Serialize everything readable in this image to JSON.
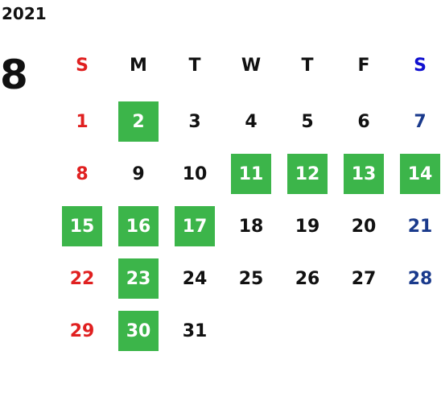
{
  "year": "2021",
  "month": "8",
  "colors": {
    "highlight": "#3cb54a",
    "sunday": "#e02020",
    "saturday_header": "#1010d0",
    "saturday": "#1a3a8c",
    "weekday": "#111111"
  },
  "weekdays": [
    "S",
    "M",
    "T",
    "W",
    "T",
    "F",
    "S"
  ],
  "first_weekday_index": 0,
  "days": [
    {
      "day": "1",
      "highlight": false
    },
    {
      "day": "2",
      "highlight": true
    },
    {
      "day": "3",
      "highlight": false
    },
    {
      "day": "4",
      "highlight": false
    },
    {
      "day": "5",
      "highlight": false
    },
    {
      "day": "6",
      "highlight": false
    },
    {
      "day": "7",
      "highlight": false
    },
    {
      "day": "8",
      "highlight": false
    },
    {
      "day": "9",
      "highlight": false
    },
    {
      "day": "10",
      "highlight": false
    },
    {
      "day": "11",
      "highlight": true
    },
    {
      "day": "12",
      "highlight": true
    },
    {
      "day": "13",
      "highlight": true
    },
    {
      "day": "14",
      "highlight": true
    },
    {
      "day": "15",
      "highlight": true
    },
    {
      "day": "16",
      "highlight": true
    },
    {
      "day": "17",
      "highlight": true
    },
    {
      "day": "18",
      "highlight": false
    },
    {
      "day": "19",
      "highlight": false
    },
    {
      "day": "20",
      "highlight": false
    },
    {
      "day": "21",
      "highlight": false
    },
    {
      "day": "22",
      "highlight": false
    },
    {
      "day": "23",
      "highlight": true
    },
    {
      "day": "24",
      "highlight": false
    },
    {
      "day": "25",
      "highlight": false
    },
    {
      "day": "26",
      "highlight": false
    },
    {
      "day": "27",
      "highlight": false
    },
    {
      "day": "28",
      "highlight": false
    },
    {
      "day": "29",
      "highlight": false
    },
    {
      "day": "30",
      "highlight": true
    },
    {
      "day": "31",
      "highlight": false
    }
  ]
}
